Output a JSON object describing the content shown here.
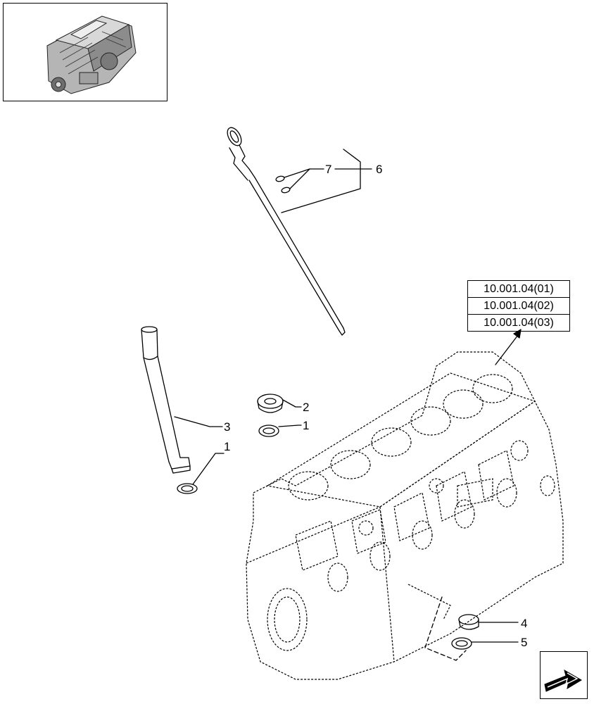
{
  "callouts": {
    "c1a": "1",
    "c1b": "1",
    "c2": "2",
    "c3": "3",
    "c4": "4",
    "c5": "5",
    "c6": "6",
    "c7": "7"
  },
  "references": [
    "10.001.04(01)",
    "10.001.04(02)",
    "10.001.04(03)"
  ],
  "icons": {
    "thumbnail": "engine-thumbnail-icon",
    "navigation": "next-page-arrow-icon"
  },
  "colors": {
    "line": "#000000",
    "background": "#ffffff"
  }
}
